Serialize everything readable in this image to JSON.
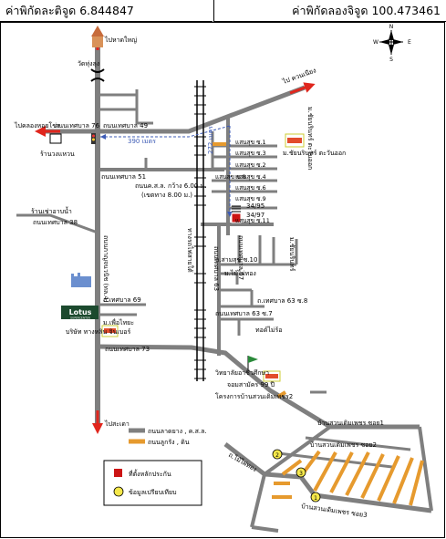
{
  "header": {
    "latitude": "ค่าพิกัดละติจูด 6.844847",
    "longitude": "ค่าพิกัดลองจิจูด 100.473461"
  },
  "compass": {
    "n": "N",
    "s": "S",
    "e": "E",
    "w": "W"
  },
  "labels": {
    "to_hatyai": "ไปหาดใหญ่",
    "wat": "วัดทุ่งลุง",
    "to_khuanniang": "ไป ควนเนียง",
    "to_khlonghoikhong": "ไปคลองหอยโข่ง",
    "road76": "ถนนเทศบาล 76",
    "road49": "ถนนเทศบาล 49",
    "shop": "ร้านวงแหวน",
    "dist390": "390 เมตร",
    "dist272": "272 เมตร",
    "road51": "ถนนเทศบาล 51",
    "road_note1": "ถนนค.ส.ล. กว้าง 6.00 ม.",
    "road_note2": "(เขตทาง 8.00 ม.)",
    "shop2": "ร้านเช่าอาบน้ำ",
    "road38": "ถนนเทศบาล 38",
    "road_kanchana": "ถนนกาญจนวนิช (ทล.4)",
    "railway": "ทางรถไฟสายใต้",
    "lotus_brand": "Lotus",
    "lotus_sub": "SUPERCENTER",
    "road69": "ถ.เทศบาล 69",
    "mueng": "ม.เพื่อไทยะ",
    "company": "บริษัท ทางหลิน จินเบอร์",
    "road73": "ถนนเทศบาล 73",
    "to_sadao": "ไปสะเดา",
    "college": "วิทยาลัยอาชีวศึกษา",
    "city": "จอมสามัคร 99 ปี",
    "project": "โครงการบ้านสวนเดิมเพชร2",
    "bang_tai": "ม.ชัยนรินทร์ ตะวันออก",
    "bang_tai2": "ม.ชัยนรินทร์ ตะวันออก",
    "maiphaithong": "ม.ไม้ไผ่ทอง",
    "road63_8": "ถ.เทศบาล 63 ซ.8",
    "road63_7": "ถนนเทศบาล 63 ซ.7",
    "nok_gok": "ทอด์ไม่ร้อ",
    "soi95": "34/95",
    "soi97": "34/97",
    "legend_road_main": "ถนนลาดยาง , ค.ส.ล.",
    "legend_road_dirt": "ถนนลูกรัง , ดิน",
    "legend_site": "ที่ตั้งหลักประกัน",
    "legend_point": "ข้อมูลเปรียบเทียบ",
    "village_top": "บ้านสวนเดิมเพชร ซอย1",
    "village_mid": "บ้านสวนเดิมเพชร ซอย2",
    "village_bot": "บ้านสวนเดิมเพชร ซอย3",
    "tohtong": "ถ.ไม้ไผ่ทอง",
    "k2": "ค.2",
    "k1": "ค.1",
    "k3": "ค.3",
    "m_bang": "ม.ชัยนรินทร์",
    "road67": "ถนนเทศบาล 67",
    "road63": "ถนนเทศบาล 63",
    "sam_sukh": "ถ.สามสุข ซ.10",
    "road_yellow": "ถ.ไม้ไผ่ทอง"
  },
  "soi_labels": [
    "แสนสุข ซ.1",
    "แสนสุข ซ.3",
    "แสนสุข ซ.2",
    "แสนสุข ซ.4",
    "แสนสุข ซ.6",
    "แสนสุข ซ.9",
    "แสนสุข ซ.8",
    "แสนสุข ซ.11"
  ],
  "colors": {
    "main_road": "#7f7f7f",
    "dirt_road": "#e69a2e",
    "arrow_red": "#e0261d",
    "dash_blue": "#3d5bb5",
    "site_red": "#cc1414",
    "point_yellow": "#f5e84a"
  }
}
